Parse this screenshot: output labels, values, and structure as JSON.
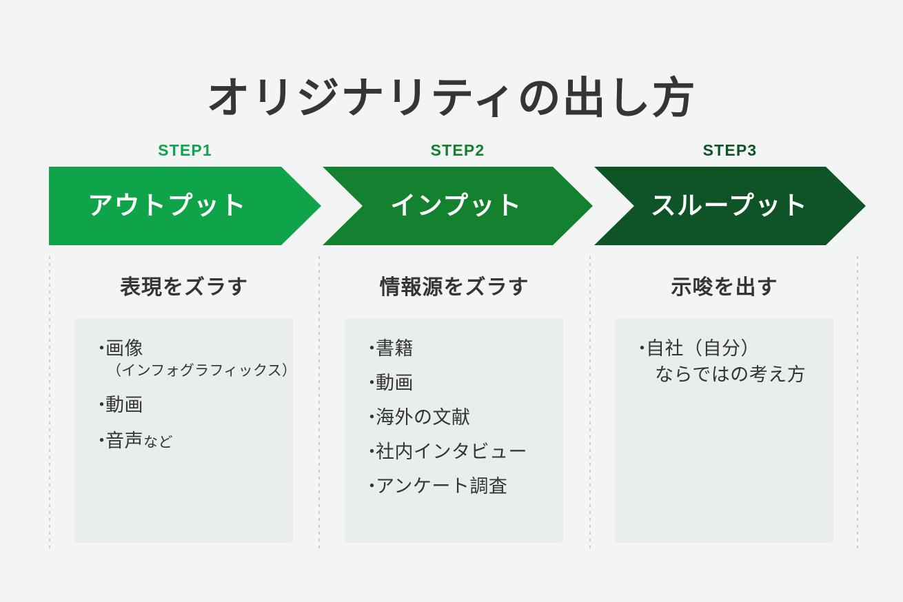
{
  "page": {
    "title": "オリジナリティの出し方",
    "background_color": "#f3f5f4",
    "text_color": "#333538"
  },
  "steps": [
    {
      "step_label": "STEP1",
      "step_label_color": "#0FA44A",
      "arrow_title": "アウトプット",
      "arrow_color": "#0FA44A",
      "heading": "表現をズラす",
      "items": [
        {
          "bullet": "・",
          "main": "画像",
          "suffix": "",
          "sub": "（インフォグラフィックス）",
          "second": ""
        },
        {
          "bullet": "・",
          "main": "動画",
          "suffix": "",
          "sub": "",
          "second": ""
        },
        {
          "bullet": "・",
          "main": "音声",
          "suffix": "など",
          "sub": "",
          "second": ""
        }
      ]
    },
    {
      "step_label": "STEP2",
      "step_label_color": "#13812E",
      "arrow_title": "インプット",
      "arrow_color": "#13812E",
      "heading": "情報源をズラす",
      "items": [
        {
          "bullet": "・",
          "main": "書籍",
          "suffix": "",
          "sub": "",
          "second": ""
        },
        {
          "bullet": "・",
          "main": "動画",
          "suffix": "",
          "sub": "",
          "second": ""
        },
        {
          "bullet": "・",
          "main": "海外の文献",
          "suffix": "",
          "sub": "",
          "second": ""
        },
        {
          "bullet": "・",
          "main": "社内インタビュー",
          "suffix": "",
          "sub": "",
          "second": ""
        },
        {
          "bullet": "・",
          "main": "アンケート調査",
          "suffix": "",
          "sub": "",
          "second": ""
        }
      ]
    },
    {
      "step_label": "STEP3",
      "step_label_color": "#0E5426",
      "arrow_title": "スループット",
      "arrow_color": "#0E5426",
      "heading": "示唆を出す",
      "items": [
        {
          "bullet": "・",
          "main": "自社（自分）",
          "suffix": "",
          "sub": "",
          "second": "ならではの考え方"
        }
      ]
    }
  ]
}
